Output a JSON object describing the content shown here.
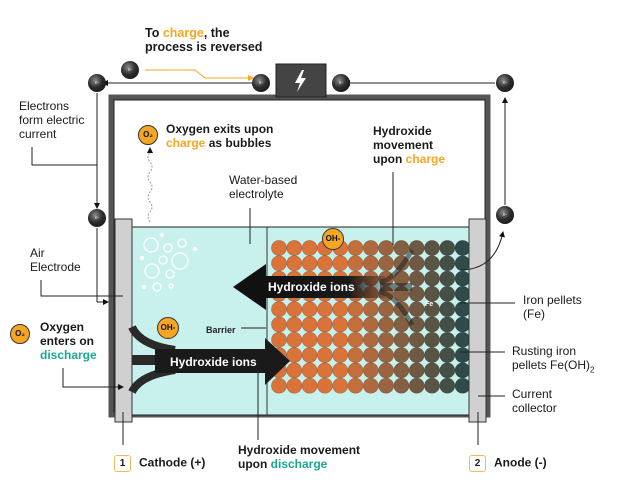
{
  "header": {
    "charge_note": {
      "prefix": "To ",
      "highlight": "charge",
      "suffix": ", the",
      "line2": "process is reversed"
    }
  },
  "labels": {
    "electrons": [
      "Electrons",
      "form electric",
      "current"
    ],
    "oxygen_exits": {
      "line1": "Oxygen exits upon",
      "highlight": "charge",
      "suffix": " as bubbles"
    },
    "electrolyte": [
      "Water-based",
      "electrolyte"
    ],
    "hydroxide_charge": {
      "line1": "Hydroxide",
      "line2": "movement",
      "prefix3": "upon ",
      "highlight": "charge"
    },
    "air_electrode": [
      "Air",
      "Electrode"
    ],
    "oxygen_enters": {
      "line1": "Oxygen",
      "line2": "enters on",
      "highlight": "discharge"
    },
    "barrier": "Barrier",
    "iron_pellets": [
      "Iron pellets",
      "(Fe)"
    ],
    "rusting": {
      "line1": "Rusting iron",
      "line2": "pellets Fe(OH)",
      "sub": "2"
    },
    "current_collector": [
      "Current",
      "collector"
    ],
    "hydroxide_discharge": {
      "line1": "Hydroxide movement",
      "prefix2": "upon ",
      "highlight": "discharge"
    },
    "cathode": {
      "num": "1",
      "text": "Cathode (+)"
    },
    "anode": {
      "num": "2",
      "text": "Anode (-)"
    }
  },
  "badges": {
    "o2": "O₂",
    "oh": "OH-",
    "electron": "e-",
    "fe": "Fe"
  },
  "arrows": {
    "hydroxide_charge": "Hydroxide ions",
    "hydroxide_discharge": "Hydroxide ions"
  },
  "icons": {
    "power_source": "lightning-bolt-icon"
  },
  "colors": {
    "charge": "#f5a623",
    "discharge": "#1aa88f",
    "electrolyte": "#c8f0ec",
    "pellet_fresh": "#d9733a",
    "pellet_rusted": "#2f4a48",
    "housing": "#555555"
  }
}
